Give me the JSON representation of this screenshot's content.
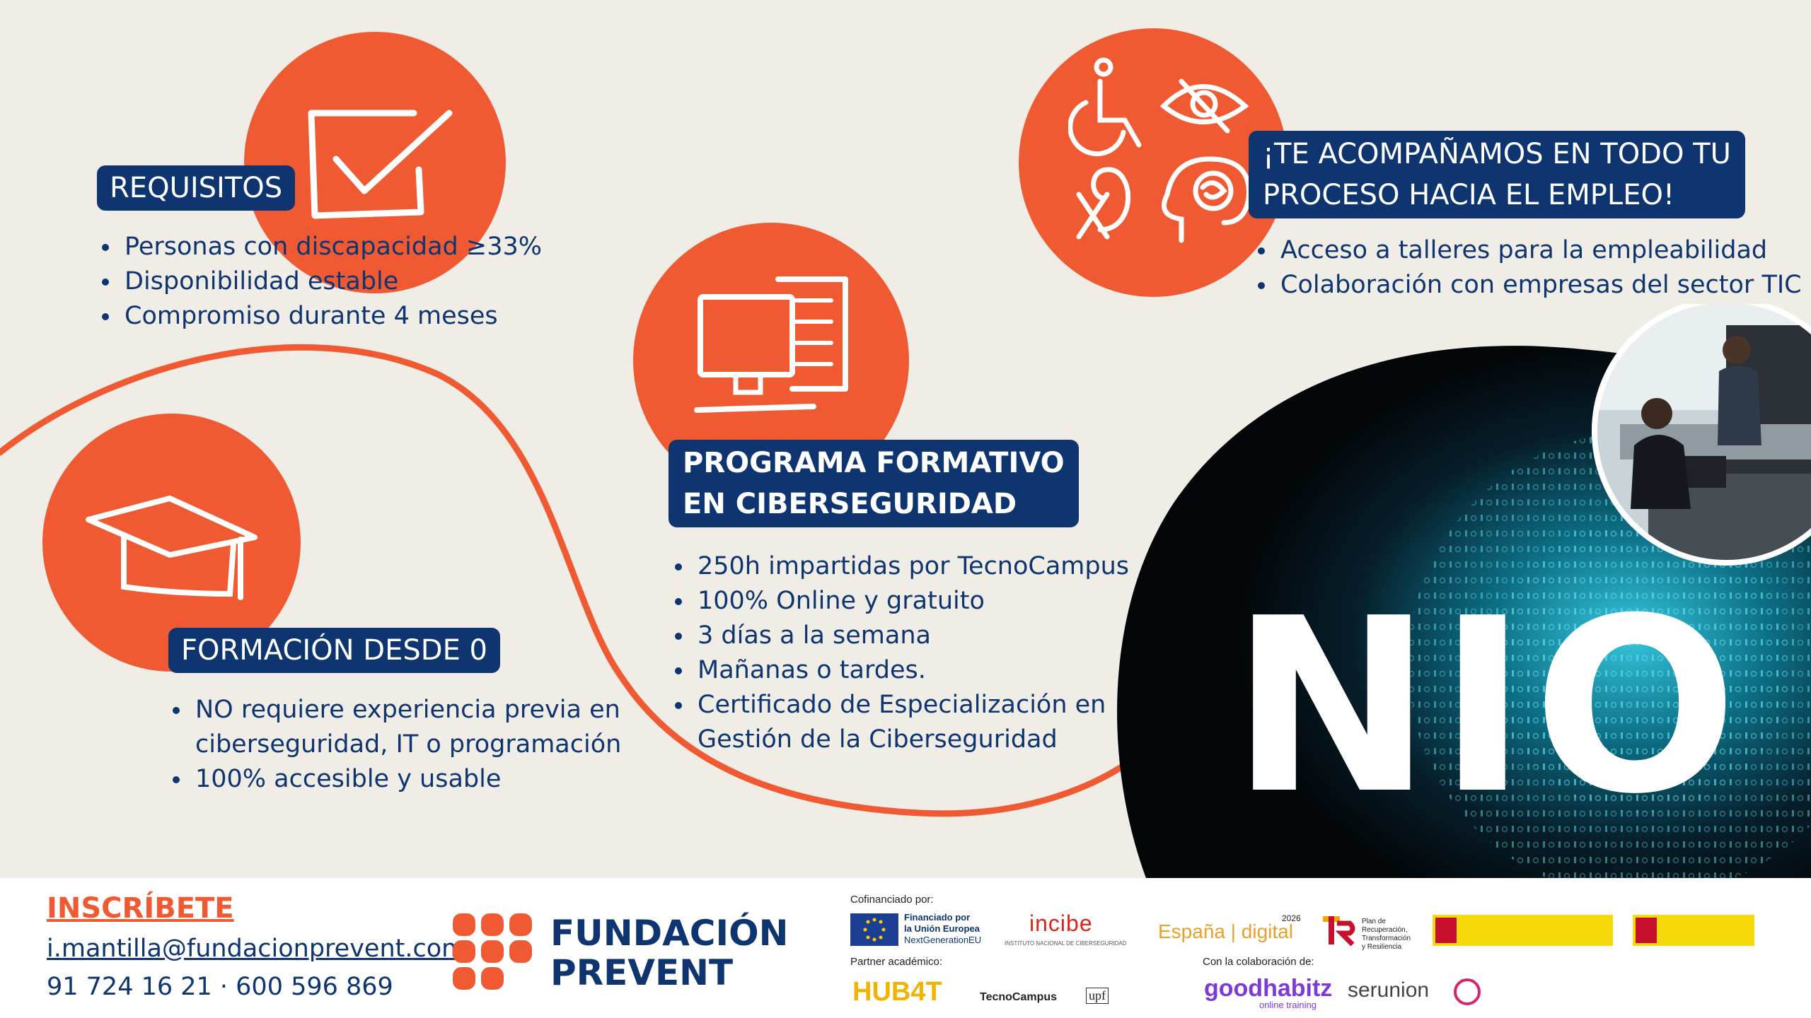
{
  "requisitos": {
    "title": "REQUISITOS",
    "items": [
      "Personas con discapacidad ≥33%",
      "Disponibilidad estable",
      "Compromiso durante 4 meses"
    ]
  },
  "programa": {
    "title_line1": "PROGRAMA FORMATIVO",
    "title_line2": "EN CIBERSEGURIDAD",
    "items": [
      "250h impartidas por TecnoCampus",
      "100% Online y gratuito",
      "3 días a la semana",
      "Mañanas o tardes.",
      "Certificado de Especialización en",
      "Gestión de la Ciberseguridad"
    ]
  },
  "acompanamos": {
    "title_line1": "¡TE ACOMPAÑAMOS EN TODO TU",
    "title_line2": "PROCESO HACIA EL EMPLEO!",
    "items": [
      "Acceso a talleres para la empleabilidad",
      "Colaboración con empresas del sector TIC"
    ]
  },
  "formacion": {
    "title": "FORMACIÓN DESDE 0",
    "items": [
      "NO requiere experiencia previa en",
      "ciberseguridad, IT o programación",
      "100% accesible y usable"
    ]
  },
  "hero": {
    "logo_text": "NIO"
  },
  "contact": {
    "cta": "INSCRÍBETE",
    "email": "i.mantilla@fundacionprevent.com",
    "phones": "91 724 16 21 · 600 596 869"
  },
  "brand": {
    "line1": "FUNDACIÓN",
    "line2": "PREVENT"
  },
  "sponsors": {
    "cofinanciado_label": "Cofinanciado por:",
    "eu_line1": "Financiado por",
    "eu_line2": "la Unión Europea",
    "eu_line3": "NextGenerationEU",
    "incibe": "incibe",
    "incibe_sub": "INSTITUTO NACIONAL DE CIBERSEGURIDAD",
    "espana_digital": "España | digital",
    "espana_year": "2026",
    "plan_line1": "Plan de",
    "plan_line2": "Recuperación,",
    "plan_line3": "Transformación",
    "plan_line4": "y Resiliencia",
    "partner_label": "Partner académico:",
    "hub": "HUB4T",
    "tecnocampus": "TecnoCampus",
    "upf": "upf",
    "colaboracion_label": "Con la colaboración de:",
    "goodhabitz": "goodhabitz",
    "goodhabitz_sub": "online training",
    "serunion": "serunion"
  },
  "colors": {
    "orange": "#f05a32",
    "navy": "#0e3570",
    "background": "#efede6"
  }
}
